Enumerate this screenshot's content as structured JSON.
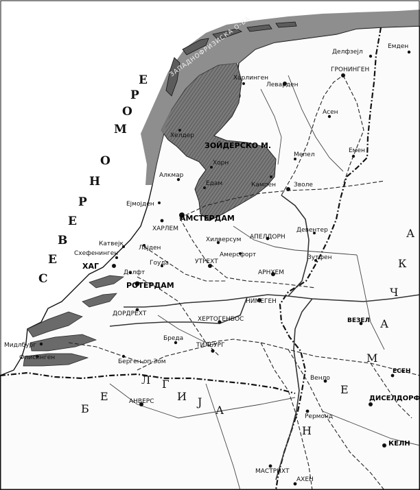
{
  "sea": {
    "name_letters": [
      "С",
      "Е",
      "В",
      "Е",
      "Р",
      "Н",
      "О",
      "",
      "М",
      "О",
      "Р",
      "Е"
    ],
    "islands": "ЗАПАДНОФРИЗИСКА О-ВА"
  },
  "bay": "ЗОЙДЕРСКО М.",
  "country_letters": {
    "belgium": [
      "Б",
      "Е",
      "Л",
      "Г",
      "И",
      "Ј",
      "А"
    ],
    "germany": [
      "Н",
      "Е",
      "М",
      "А",
      "Ч",
      "К",
      "А"
    ]
  },
  "cities": [
    {
      "id": "emden",
      "name": "Емден"
    },
    {
      "id": "delfzijl",
      "name": "Делфзејл"
    },
    {
      "id": "groningen",
      "name": "ГРОНИНГЕН"
    },
    {
      "id": "leeuwarden",
      "name": "Леварден"
    },
    {
      "id": "harlingen",
      "name": "Харлинген"
    },
    {
      "id": "assen",
      "name": "Асен"
    },
    {
      "id": "emmen",
      "name": "Емен"
    },
    {
      "id": "zwolle",
      "name": "Зволе"
    },
    {
      "id": "kampen",
      "name": "Кампен"
    },
    {
      "id": "meppel",
      "name": "Мепел"
    },
    {
      "id": "den_helder",
      "name": "Хелдер"
    },
    {
      "id": "alkmaar",
      "name": "Алкмар"
    },
    {
      "id": "hoorn",
      "name": "Хорн"
    },
    {
      "id": "edam",
      "name": "Едам"
    },
    {
      "id": "ijmuiden",
      "name": "Ејмојден"
    },
    {
      "id": "haarlem",
      "name": "ХАРЛЕМ"
    },
    {
      "id": "amsterdam",
      "name": "АМСТЕРДАМ"
    },
    {
      "id": "katwijk",
      "name": "Катвејк"
    },
    {
      "id": "scheveningen",
      "name": "Схефенинген"
    },
    {
      "id": "den_haag",
      "name": "ХАГ"
    },
    {
      "id": "leiden",
      "name": "Лајден"
    },
    {
      "id": "gouda",
      "name": "Гоуда"
    },
    {
      "id": "delft",
      "name": "Делфт"
    },
    {
      "id": "hilversum",
      "name": "Хилверсум"
    },
    {
      "id": "amersfoort",
      "name": "Амерсфорт"
    },
    {
      "id": "utrecht",
      "name": "УТРЕХТ"
    },
    {
      "id": "rotterdam",
      "name": "РОТЕРДАМ"
    },
    {
      "id": "apeldoorn",
      "name": "АПЕЛДОРН"
    },
    {
      "id": "deventer",
      "name": "Девентер"
    },
    {
      "id": "zutphen",
      "name": "Зутфен"
    },
    {
      "id": "arnhem",
      "name": "АРНХЕМ"
    },
    {
      "id": "nijmegen",
      "name": "НИМЕГЕН"
    },
    {
      "id": "dordrecht",
      "name": "ДОРДРЕХТ"
    },
    {
      "id": "hertogenbosch",
      "name": "ХЕРТОГЕНБОС"
    },
    {
      "id": "breda",
      "name": "Бреда"
    },
    {
      "id": "tilburg",
      "name": "ТИЛБУРГ"
    },
    {
      "id": "bergen_op_zoom",
      "name": "Берген-оп-Зом"
    },
    {
      "id": "middelburg",
      "name": "Мидлбург"
    },
    {
      "id": "vlissingen",
      "name": "Флисинген"
    },
    {
      "id": "antwerpen",
      "name": "АНВЕРС"
    },
    {
      "id": "venlo",
      "name": "Венло"
    },
    {
      "id": "roermond",
      "name": "Рермонд"
    },
    {
      "id": "wesel",
      "name": "ВЕЗЕЛ"
    },
    {
      "id": "essen",
      "name": "ЕСЕН"
    },
    {
      "id": "duesseldorf",
      "name": "ДИСЕЛДОРФ"
    },
    {
      "id": "koeln",
      "name": "КЕЛН"
    },
    {
      "id": "maastricht",
      "name": "МАСТРИХТ"
    },
    {
      "id": "aachen",
      "name": "АХЕН"
    }
  ],
  "colors": {
    "sea": "#ffffff",
    "inland_water": "#555555",
    "coast_shade": "#6f6f6f",
    "land": "#fbfbfb",
    "border": "#111111",
    "rail": "#222222",
    "road": "#444444",
    "river": "#333333"
  }
}
